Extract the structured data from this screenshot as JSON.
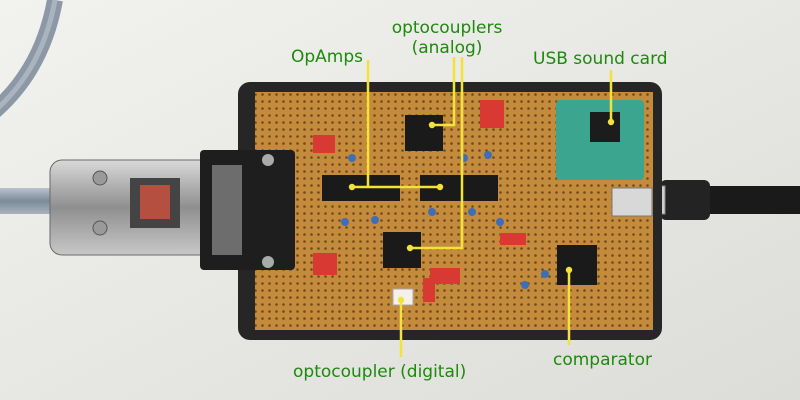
{
  "labels": {
    "optocouplers_line1": "optocouplers",
    "optocouplers_line2": "(analog)",
    "opamps": "OpAmps",
    "usb_sound_card": "USB sound card",
    "optocoupler_digital": "optocoupler (digital)",
    "comparator": "comparator"
  },
  "colors": {
    "label_text": "#1d8a0c",
    "leader_line": "#f2e23a",
    "board": "#c48b3c",
    "case": "#2a2a2a",
    "background": "#ececea"
  }
}
